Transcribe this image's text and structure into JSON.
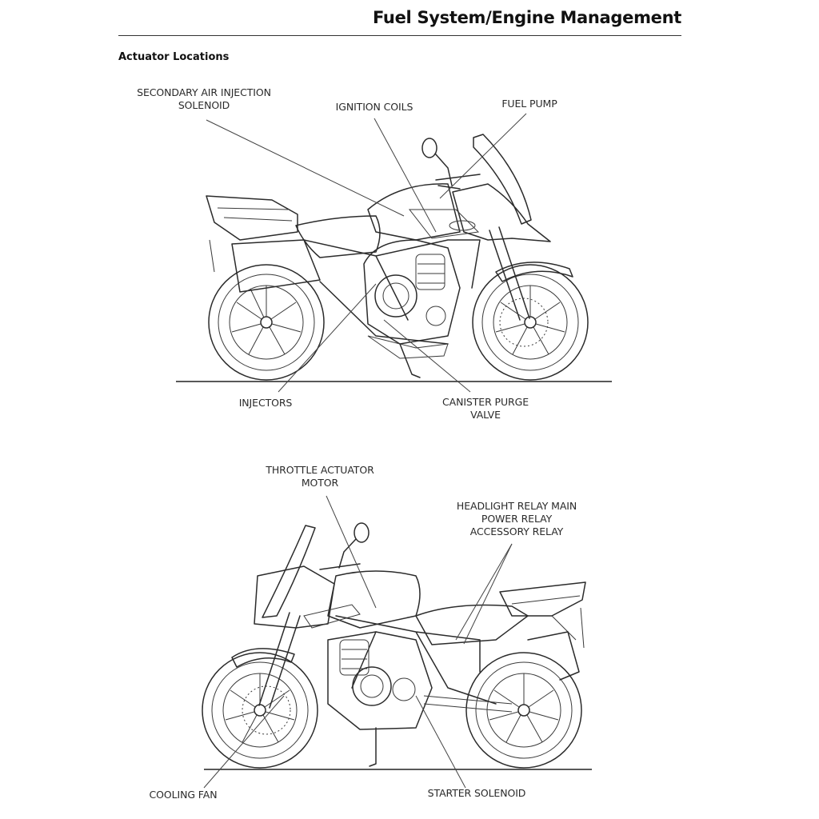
{
  "header": {
    "title": "Fuel System/Engine Management"
  },
  "section": {
    "heading": "Actuator Locations"
  },
  "figure_top": {
    "labels": {
      "secondary_air": [
        "SECONDARY AIR INJECTION",
        "SOLENOID"
      ],
      "ignition_coils": [
        "IGNITION COILS"
      ],
      "fuel_pump": [
        "FUEL PUMP"
      ],
      "injectors": [
        "INJECTORS"
      ],
      "canister_purge": [
        "CANISTER PURGE",
        "VALVE"
      ]
    }
  },
  "figure_bottom": {
    "labels": {
      "throttle_actuator": [
        "THROTTLE ACTUATOR",
        "MOTOR"
      ],
      "relays": [
        "HEADLIGHT RELAY MAIN",
        "POWER RELAY",
        "ACCESSORY RELAY"
      ],
      "cooling_fan": [
        "COOLING FAN"
      ],
      "starter_solenoid": [
        "STARTER SOLENOID"
      ]
    }
  }
}
